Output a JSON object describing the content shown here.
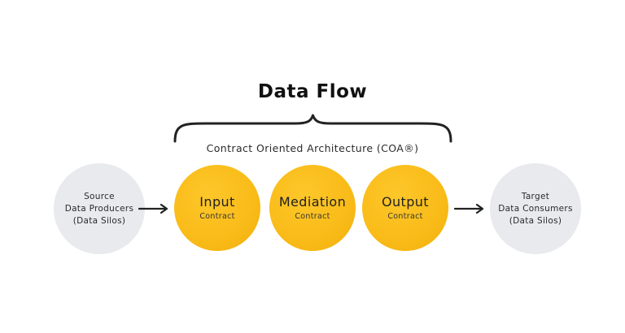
{
  "diagram": {
    "title": "Data Flow",
    "subtitle": "Contract Oriented Architecture (COA®)",
    "source": {
      "line1": "Source",
      "line2": "Data Producers",
      "line3": "(Data Silos)"
    },
    "contracts": [
      {
        "label": "Input",
        "sublabel": "Contract"
      },
      {
        "label": "Mediation",
        "sublabel": "Contract"
      },
      {
        "label": "Output",
        "sublabel": "Contract"
      }
    ],
    "target": {
      "line1": "Target",
      "line2": "Data Consumers",
      "line3": "(Data Silos)"
    }
  },
  "colors": {
    "contract_fill": "#f9bb18",
    "endpoint_fill": "#e8eaed",
    "line": "#222222"
  }
}
